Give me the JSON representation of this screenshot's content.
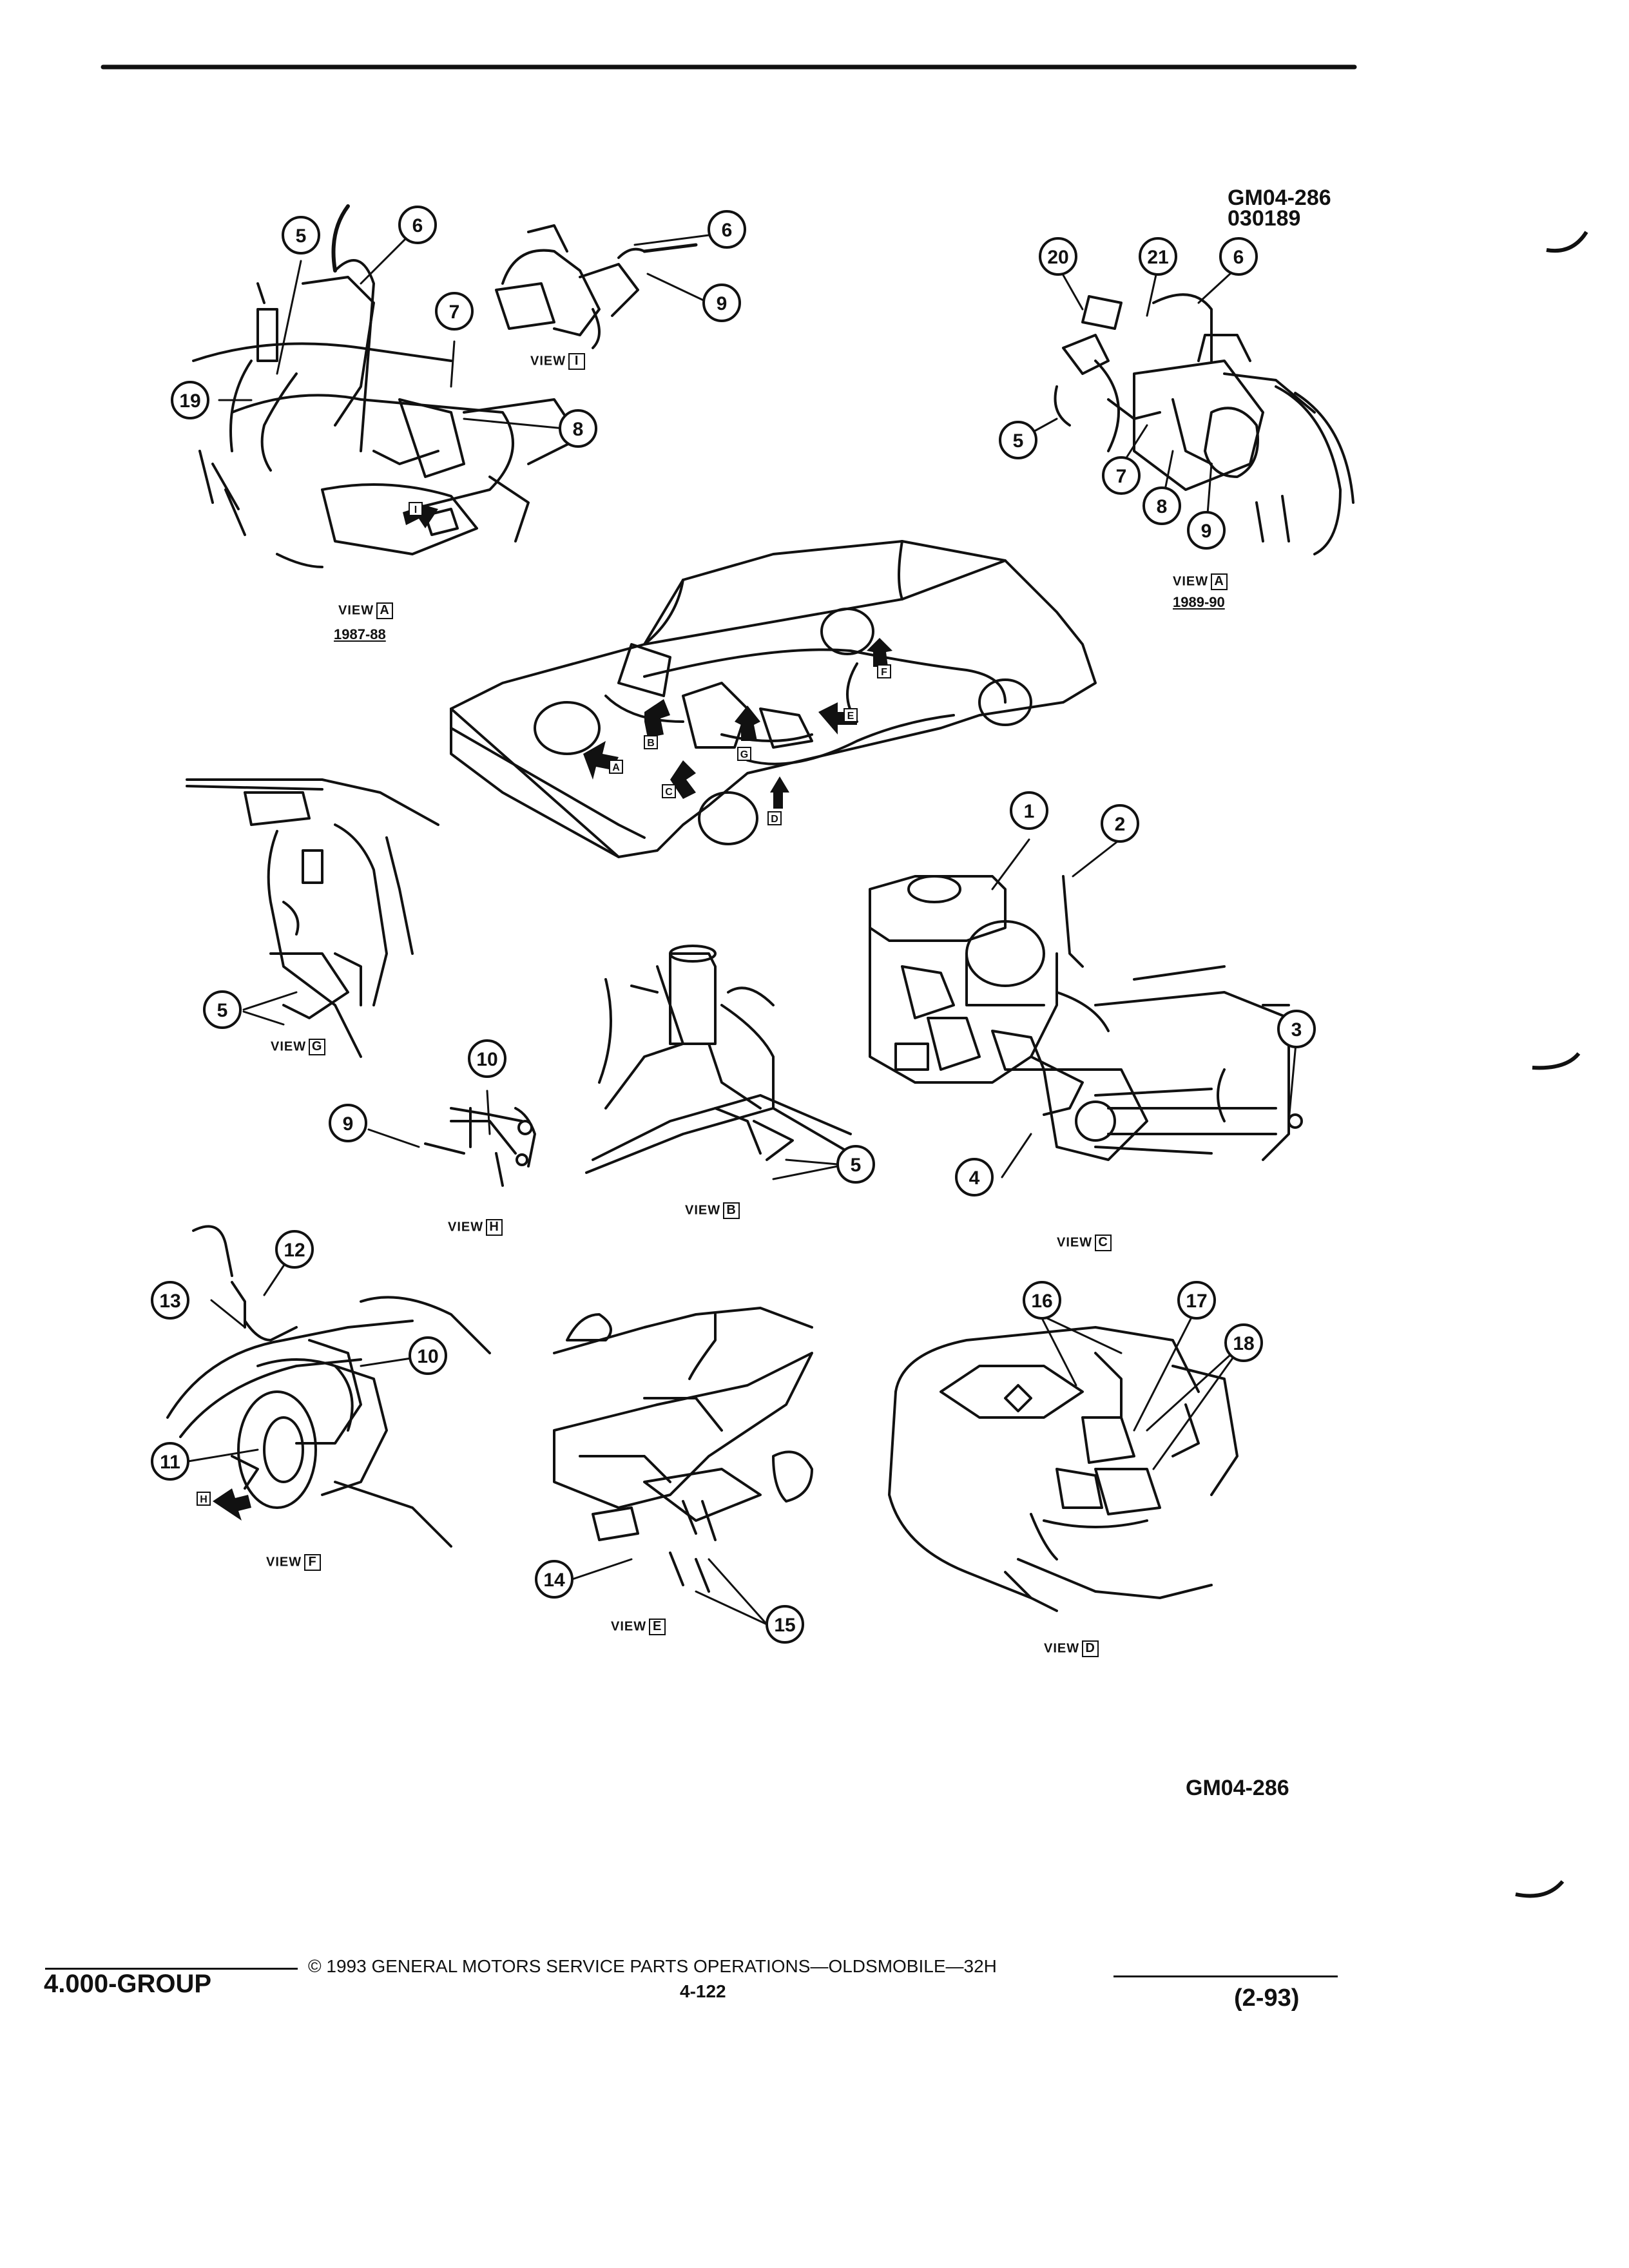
{
  "figure_id_top": "GM04-286",
  "figure_code_top": "030189",
  "figure_id_bottom": "GM04-286",
  "views": {
    "a_left": {
      "label": "VIEW",
      "key": "A",
      "years": "1987-88"
    },
    "a_right": {
      "label": "VIEW",
      "key": "A",
      "years": "1989-90"
    },
    "i": {
      "label": "VIEW",
      "key": "I"
    },
    "g": {
      "label": "VIEW",
      "key": "G"
    },
    "h": {
      "label": "VIEW",
      "key": "H"
    },
    "b": {
      "label": "VIEW",
      "key": "B"
    },
    "c": {
      "label": "VIEW",
      "key": "C"
    },
    "f": {
      "label": "VIEW",
      "key": "F"
    },
    "e": {
      "label": "VIEW",
      "key": "E"
    },
    "d": {
      "label": "VIEW",
      "key": "D"
    }
  },
  "callouts": [
    "1",
    "2",
    "3",
    "4",
    "5",
    "6",
    "7",
    "8",
    "9",
    "10",
    "11",
    "12",
    "13",
    "14",
    "15",
    "16",
    "17",
    "18",
    "19",
    "20",
    "21"
  ],
  "arrow_tags": [
    "A",
    "B",
    "C",
    "D",
    "E",
    "F",
    "G",
    "H",
    "I"
  ],
  "footer": {
    "group": "4.000-GROUP",
    "copyright": "© 1993 GENERAL MOTORS SERVICE PARTS OPERATIONS—OLDSMOBILE—32H",
    "page": "4-122",
    "date": "(2-93)"
  }
}
